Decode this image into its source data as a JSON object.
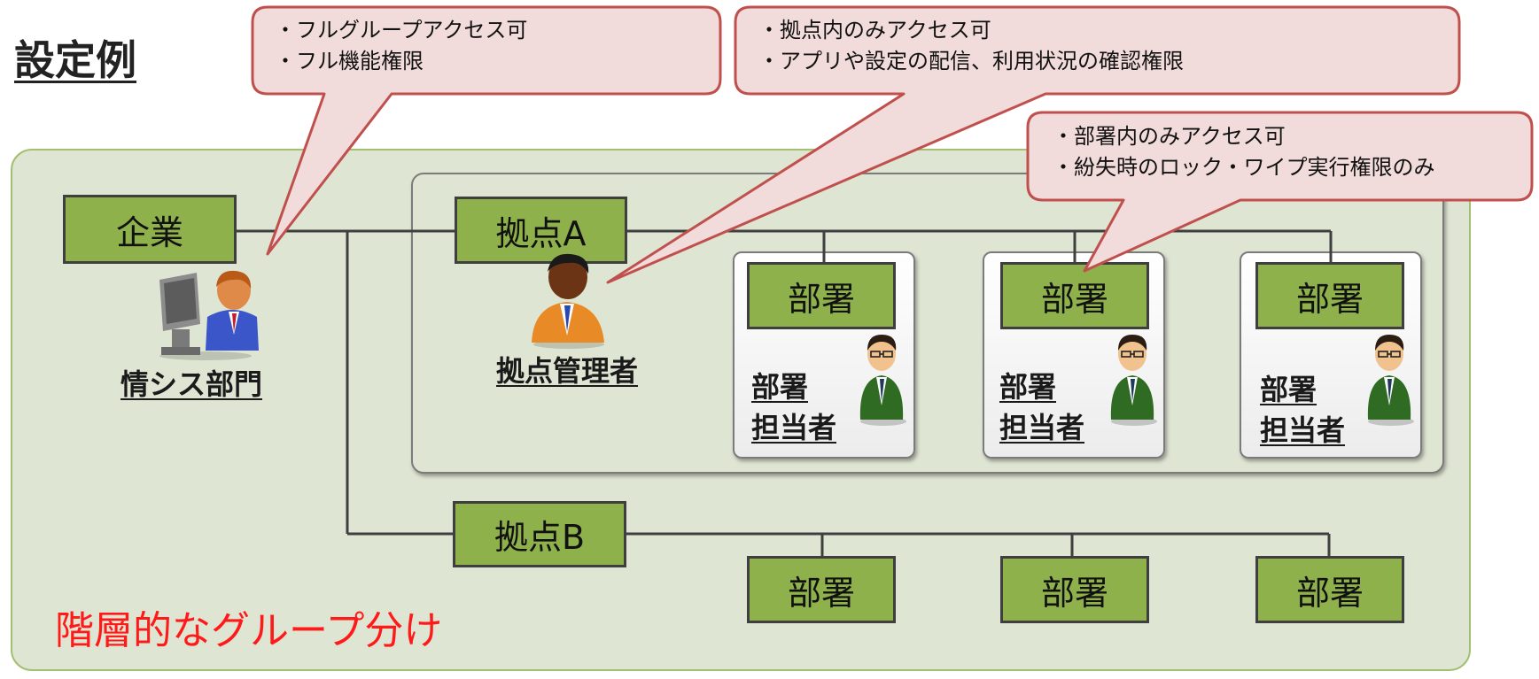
{
  "title": "設定例",
  "caption": "階層的なグループ分け",
  "nodes": {
    "company": "企業",
    "base_a": "拠点A",
    "base_b": "拠点B",
    "department": "部署"
  },
  "roles": {
    "it_department": "情シス部門",
    "base_manager": "拠点管理者",
    "dept_manager_line1": "部署",
    "dept_manager_line2": "担当者"
  },
  "callouts": {
    "it": [
      "・フルグループアクセス可",
      "・フル機能権限"
    ],
    "base": [
      "・拠点内のみアクセス可",
      "・アプリや設定の配信、利用状況の確認権限"
    ],
    "dept": [
      "・部署内のみアクセス可",
      "・紛失時のロック・ワイプ実行権限のみ"
    ]
  },
  "colors": {
    "node_fill": "#8fb14c",
    "panel_fill": "#dfe5d3",
    "panel_border": "#a3bf71",
    "callout_fill": "#f2dcdb",
    "callout_border": "#c0504d",
    "caption_text": "#ff1a1a"
  },
  "icons": [
    "computer-user-icon",
    "manager-person-icon",
    "staff-person-icon"
  ]
}
